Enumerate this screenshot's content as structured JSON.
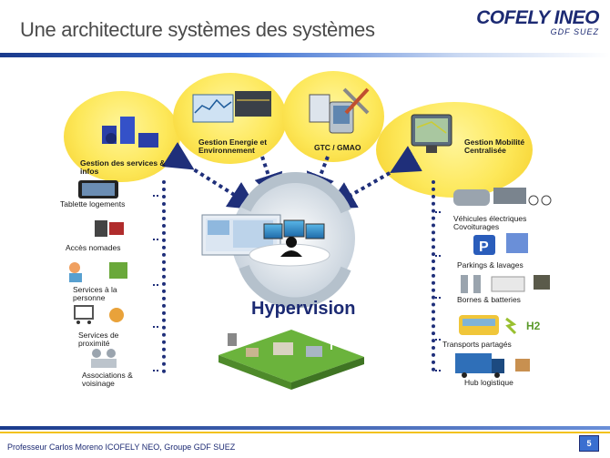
{
  "header": {
    "title": "Une architecture systèmes des systèmes",
    "logo_main": "COFELY INEO",
    "logo_sub": "GDF SUEZ"
  },
  "bubbles": {
    "services": "Gestion des services & infos",
    "energie": "Gestion Energie et Environnement",
    "gtc": "GTC / GMAO",
    "mobilite": "Gestion Mobilité Centralisée"
  },
  "left_items": [
    "Tablette logements",
    "Accès nomades",
    "Services à la personne",
    "Services de proximité",
    "Associations & voisinage"
  ],
  "right_items": [
    "Véhicules électriques Covoiturages",
    "Parkings & lavages",
    "Bornes & batteries",
    "Transports partagés",
    "Hub logistique"
  ],
  "center": {
    "label": "Hypervision"
  },
  "footer": {
    "credit": "Professeur Carlos Moreno ICOFELY NEO, Groupe GDF SUEZ",
    "page": "5"
  },
  "colors": {
    "accent": "#1c2a73",
    "bubble": "#fde85a",
    "footer_gold": "#f3c21b"
  }
}
